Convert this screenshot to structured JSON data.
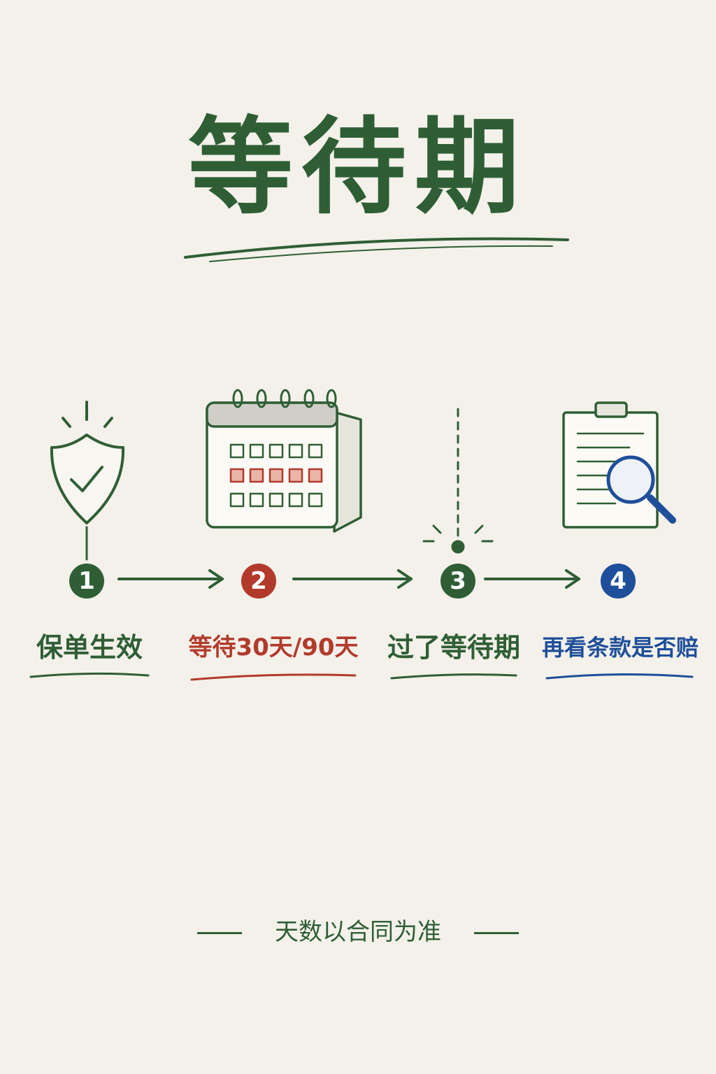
{
  "title": "等待期",
  "steps": [
    {
      "number": "1",
      "label": "保单生效",
      "color": "#2f5e35",
      "icon": "shield-check-icon"
    },
    {
      "number": "2",
      "label": "等待30天/90天",
      "color": "#b23a2c",
      "icon": "calendar-icon"
    },
    {
      "number": "3",
      "label": "过了等待期",
      "color": "#2f5e35",
      "icon": "milestone-marker-icon"
    },
    {
      "number": "4",
      "label": "再看条款是否赔",
      "color": "#1f4e9a",
      "icon": "clipboard-magnifier-icon"
    }
  ],
  "footer": {
    "note": "天数以合同为准"
  },
  "colors": {
    "green": "#2f5e35",
    "red": "#b23a2c",
    "blue": "#1f4e9a",
    "paper": "#f3f1ea"
  }
}
